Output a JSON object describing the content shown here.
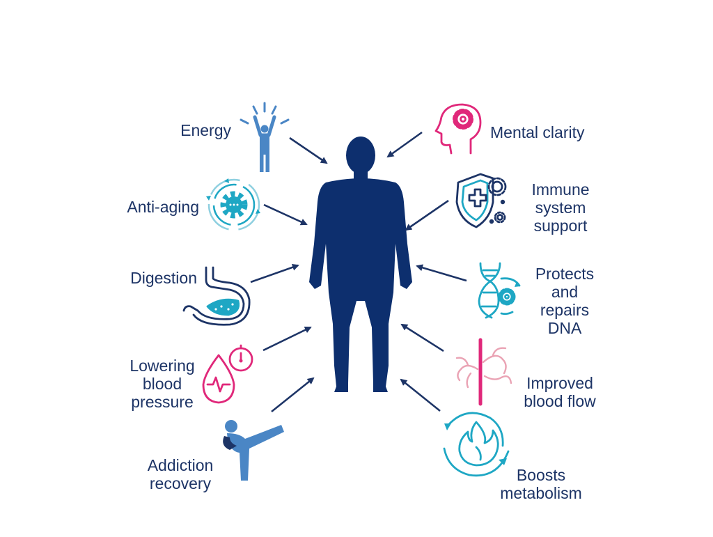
{
  "benefits": {
    "energy": "Energy",
    "anti_aging": "Anti-aging",
    "digestion": "Digestion",
    "blood_pressure": "Lowering\nblood\npressure",
    "addiction": "Addiction\nrecovery",
    "mental": "Mental clarity",
    "immune": "Immune\nsystem\nsupport",
    "dna": "Protects\nand\nrepairs\nDNA",
    "blood_flow": "Improved\nblood flow",
    "metabolism": "Boosts\nmetabolism"
  },
  "icons": {
    "energy": "person-arms-raised-icon",
    "anti_aging": "gear-cycle-icon",
    "digestion": "stomach-icon",
    "blood_pressure": "blood-drop-gauge-icon",
    "addiction": "kicking-person-icon",
    "mental": "head-gear-icon",
    "immune": "shield-cross-virus-icon",
    "dna": "dna-gear-icon",
    "blood_flow": "blood-vessel-icon",
    "metabolism": "flame-cycle-icon",
    "center": "human-body-silhouette"
  },
  "colors": {
    "navy": "#1d3466",
    "body": "#0d2f6e",
    "blue": "#4a86c5",
    "teal": "#1ea7c4",
    "pink": "#e0287a",
    "light_pink": "#eaa3b4"
  }
}
